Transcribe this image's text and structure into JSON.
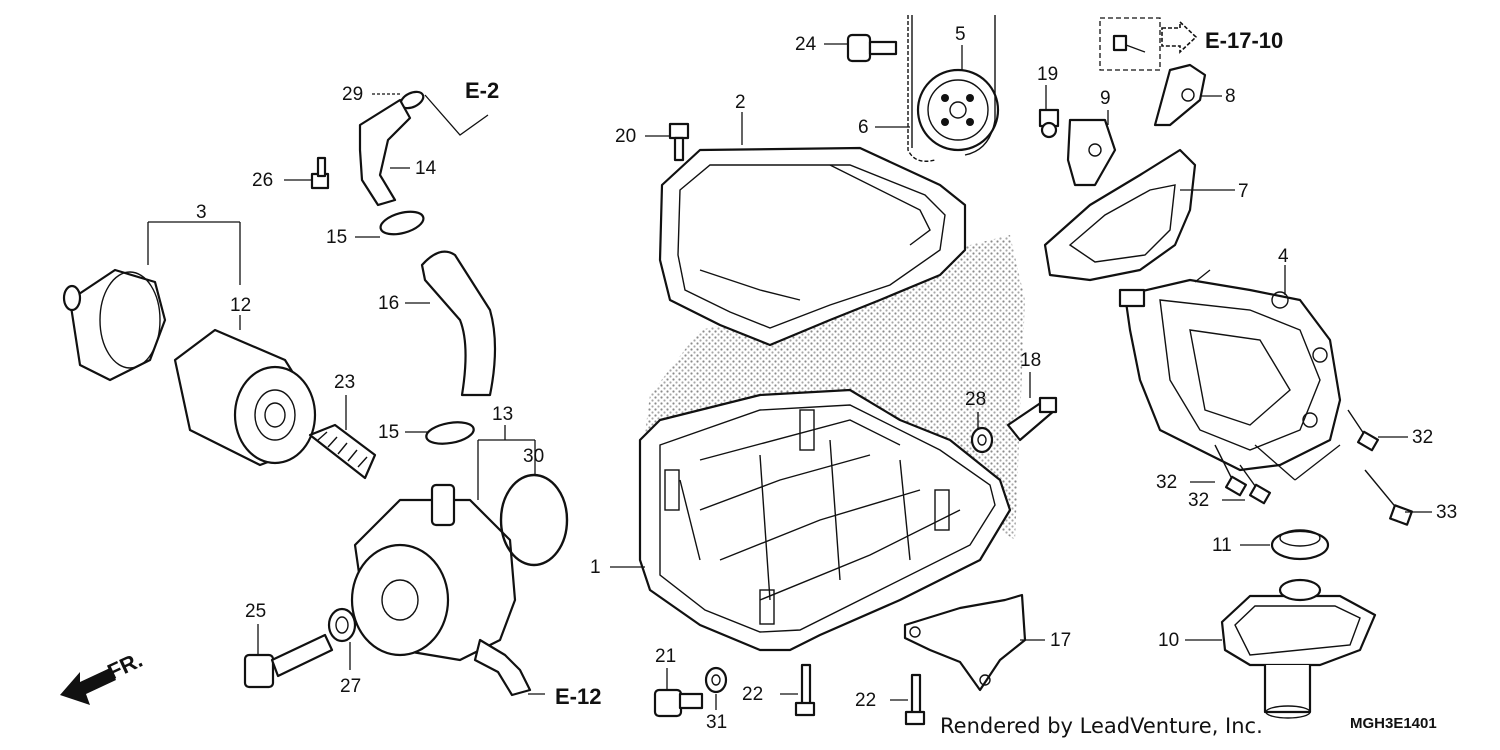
{
  "callouts": [
    {
      "id": "c1",
      "text": "1"
    },
    {
      "id": "c2",
      "text": "2"
    },
    {
      "id": "c3",
      "text": "3"
    },
    {
      "id": "c4",
      "text": "4"
    },
    {
      "id": "c5",
      "text": "5"
    },
    {
      "id": "c6",
      "text": "6"
    },
    {
      "id": "c7",
      "text": "7"
    },
    {
      "id": "c8",
      "text": "8"
    },
    {
      "id": "c9",
      "text": "9"
    },
    {
      "id": "c10",
      "text": "10"
    },
    {
      "id": "c11",
      "text": "11"
    },
    {
      "id": "c12",
      "text": "12"
    },
    {
      "id": "c13",
      "text": "13"
    },
    {
      "id": "c14",
      "text": "14"
    },
    {
      "id": "c15a",
      "text": "15"
    },
    {
      "id": "c15b",
      "text": "15"
    },
    {
      "id": "c16",
      "text": "16"
    },
    {
      "id": "c17",
      "text": "17"
    },
    {
      "id": "c18",
      "text": "18"
    },
    {
      "id": "c19",
      "text": "19"
    },
    {
      "id": "c20",
      "text": "20"
    },
    {
      "id": "c21",
      "text": "21"
    },
    {
      "id": "c22a",
      "text": "22"
    },
    {
      "id": "c22b",
      "text": "22"
    },
    {
      "id": "c23",
      "text": "23"
    },
    {
      "id": "c24",
      "text": "24"
    },
    {
      "id": "c25",
      "text": "25"
    },
    {
      "id": "c26",
      "text": "26"
    },
    {
      "id": "c27",
      "text": "27"
    },
    {
      "id": "c28",
      "text": "28"
    },
    {
      "id": "c29",
      "text": "29"
    },
    {
      "id": "c30",
      "text": "30"
    },
    {
      "id": "c31",
      "text": "31"
    },
    {
      "id": "c32a",
      "text": "32"
    },
    {
      "id": "c32b",
      "text": "32"
    },
    {
      "id": "c32c",
      "text": "32"
    },
    {
      "id": "c33",
      "text": "33"
    }
  ],
  "references": {
    "e17_10": "E-17-10",
    "e2": "E-2",
    "e12": "E-12",
    "front": "FR."
  },
  "credit": "Rendered by LeadVenture, Inc.",
  "diagram_code": "MGH3E1401"
}
